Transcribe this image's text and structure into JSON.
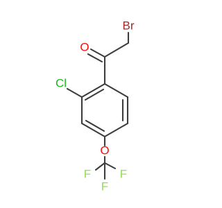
{
  "molecule": {
    "atoms": {
      "br": {
        "symbol": "Br",
        "color": "#a62929"
      },
      "o_ketone": {
        "symbol": "O",
        "color": "#ff0d0d"
      },
      "cl": {
        "symbol": "Cl",
        "color": "#1fb81f"
      },
      "o_ether": {
        "symbol": "O",
        "color": "#ff0d0d"
      },
      "f1": {
        "symbol": "F",
        "color": "#90e050"
      },
      "f2": {
        "symbol": "F",
        "color": "#90e050"
      },
      "f3": {
        "symbol": "F",
        "color": "#90e050"
      }
    },
    "bond_color": "#3d3d3d"
  }
}
